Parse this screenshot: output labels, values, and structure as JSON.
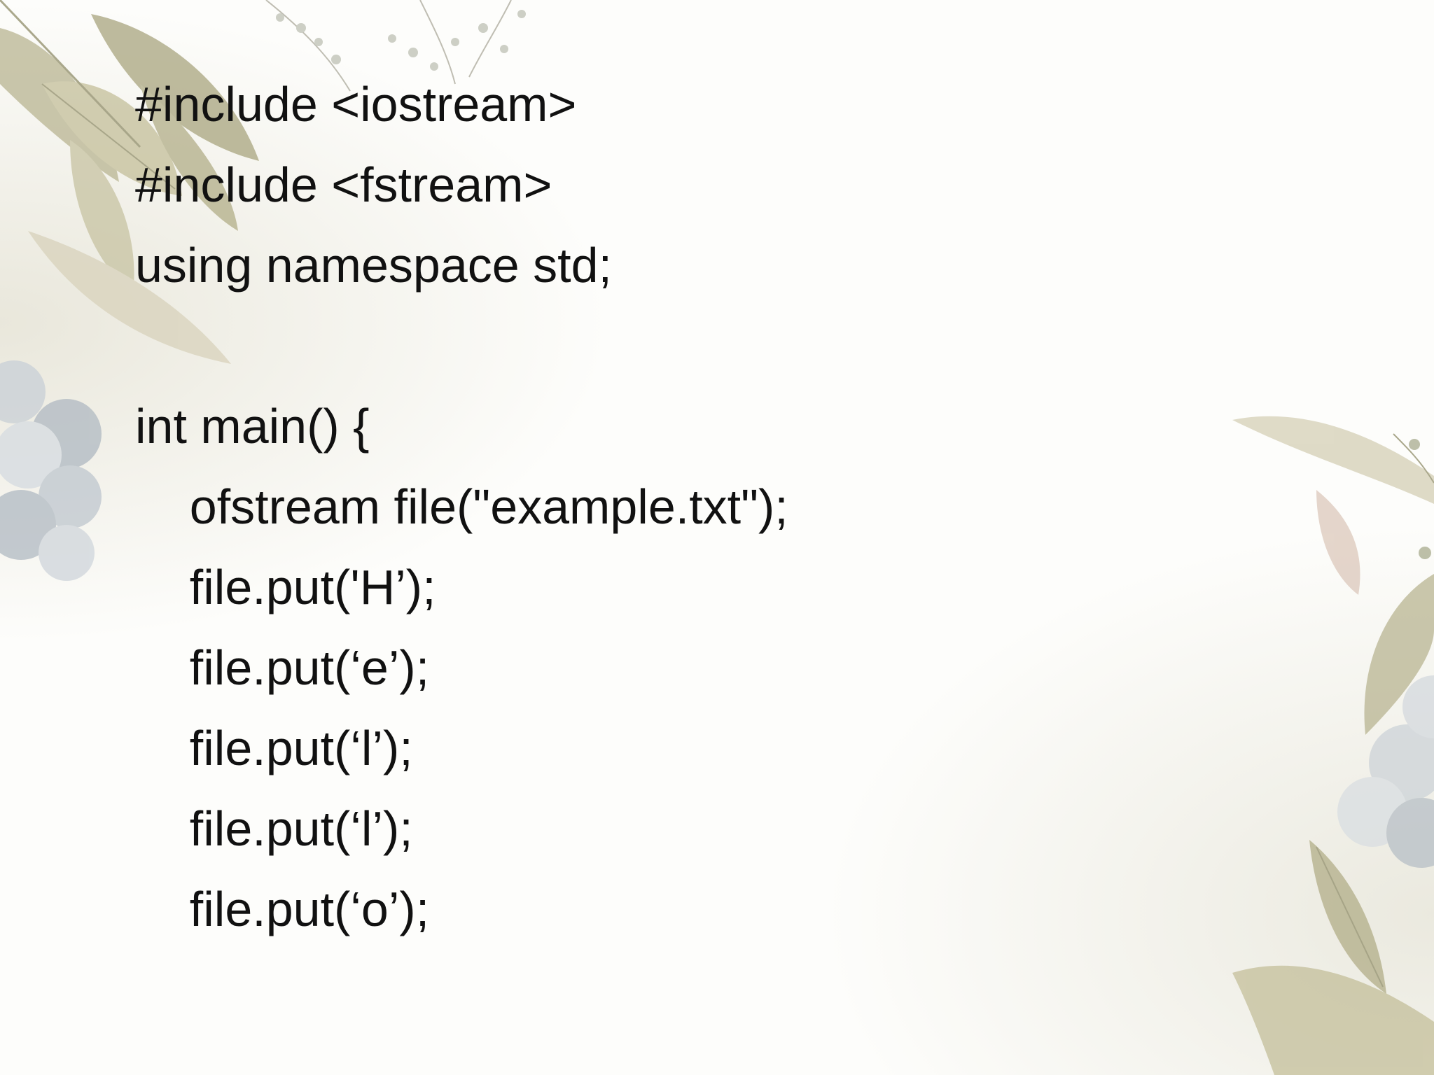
{
  "code_lines": [
    "#include <iostream>",
    "#include <fstream>",
    "using namespace std;",
    "",
    "int main() {",
    "    ofstream file(\"example.txt\");",
    "    file.put('H’);",
    "    file.put(‘e’);",
    "    file.put(‘l’);",
    "    file.put(‘l’);",
    "    file.put(‘o’);"
  ],
  "colors": {
    "background": "#fdfdfb",
    "text": "#111111",
    "leaf": "#b9b592",
    "leaf_dark": "#8f8c68",
    "berry": "#b7bfc6",
    "berry_light": "#d9dee2"
  },
  "decor": {
    "top_left": "leaf-cluster-illustration",
    "top_center": "berry-sprig-illustration",
    "left_middle": "blue-berry-cluster-illustration",
    "right": "leaf-and-berry-illustration"
  }
}
